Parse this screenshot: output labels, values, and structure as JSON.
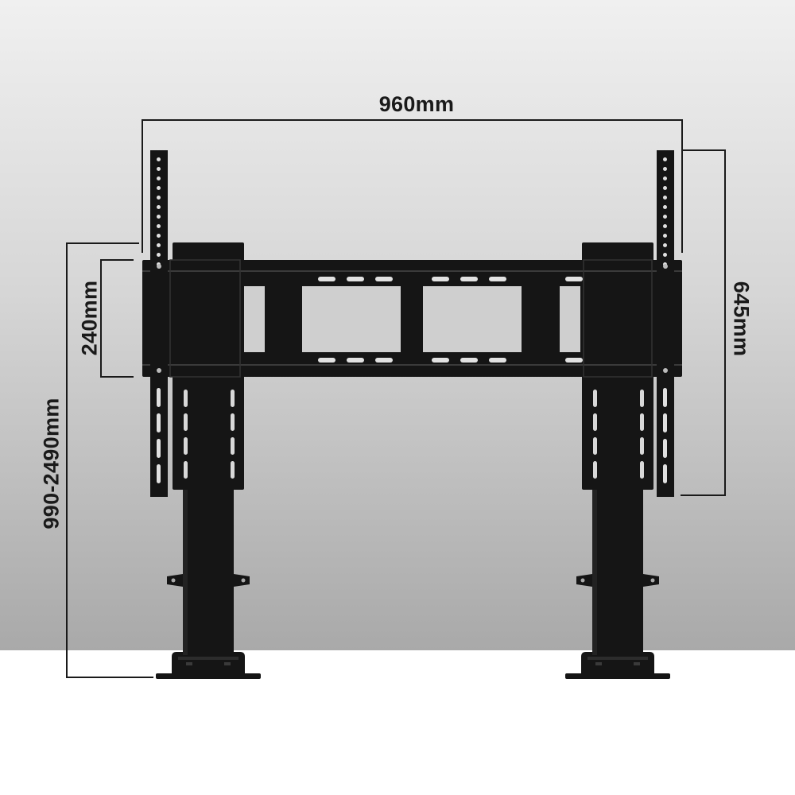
{
  "dimensions": {
    "overall_width": "960mm",
    "vertical_rail_length": "645mm",
    "height_range": "990-2490mm",
    "vesa_bracket_height": "240mm"
  },
  "colors": {
    "product": "#151515",
    "dimension_lines": "#1a1a1a",
    "wall_top": "#f0f0f0",
    "wall_bottom": "#a9a9a9",
    "floor": "#ffffff"
  }
}
